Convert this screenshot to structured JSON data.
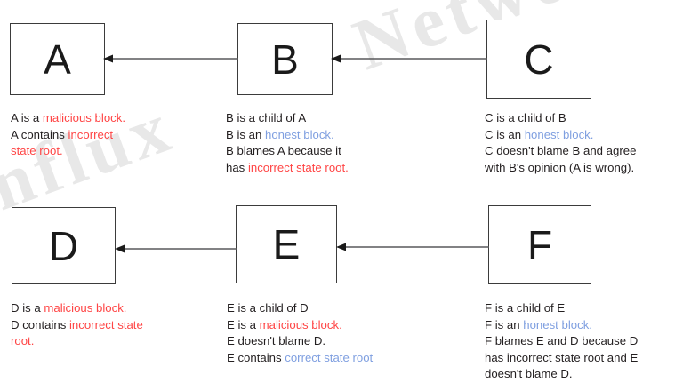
{
  "watermark": {
    "top_right": "Network",
    "bottom_left": "onflux"
  },
  "blocks": [
    {
      "id": "A",
      "label": "A"
    },
    {
      "id": "B",
      "label": "B"
    },
    {
      "id": "C",
      "label": "C"
    },
    {
      "id": "D",
      "label": "D"
    },
    {
      "id": "E",
      "label": "E"
    },
    {
      "id": "F",
      "label": "F"
    }
  ],
  "arrows": [
    {
      "from": "B",
      "to": "A",
      "direction": "left"
    },
    {
      "from": "C",
      "to": "B",
      "direction": "left"
    },
    {
      "from": "E",
      "to": "D",
      "direction": "left"
    },
    {
      "from": "F",
      "to": "E",
      "direction": "left"
    }
  ],
  "captions": {
    "A": {
      "lines": [
        [
          {
            "t": "A is a ",
            "c": "dark"
          },
          {
            "t": "malicious block.",
            "c": "bad"
          }
        ],
        [
          {
            "t": "A contains ",
            "c": "dark"
          },
          {
            "t": "incorrect",
            "c": "bad"
          }
        ],
        [
          {
            "t": "state root.",
            "c": "bad"
          }
        ]
      ]
    },
    "B": {
      "lines": [
        [
          {
            "t": "B is a child of A",
            "c": "dark"
          }
        ],
        [
          {
            "t": "B is an ",
            "c": "dark"
          },
          {
            "t": "honest block.",
            "c": "good"
          }
        ],
        [
          {
            "t": "B blames A because it",
            "c": "dark"
          }
        ],
        [
          {
            "t": "has ",
            "c": "dark"
          },
          {
            "t": "incorrect state root.",
            "c": "bad"
          }
        ]
      ]
    },
    "C": {
      "lines": [
        [
          {
            "t": "C is a child of B",
            "c": "dark"
          }
        ],
        [
          {
            "t": "C is an ",
            "c": "dark"
          },
          {
            "t": "honest block.",
            "c": "good"
          }
        ],
        [
          {
            "t": "C doesn't blame B and agree",
            "c": "dark"
          }
        ],
        [
          {
            "t": "with B's opinion (A is wrong).",
            "c": "dark"
          }
        ]
      ]
    },
    "D": {
      "lines": [
        [
          {
            "t": "D is a ",
            "c": "dark"
          },
          {
            "t": "malicious block.",
            "c": "bad"
          }
        ],
        [
          {
            "t": "D contains ",
            "c": "dark"
          },
          {
            "t": "incorrect state",
            "c": "bad"
          }
        ],
        [
          {
            "t": "root.",
            "c": "bad"
          }
        ]
      ]
    },
    "E": {
      "lines": [
        [
          {
            "t": "E is a child of D",
            "c": "dark"
          }
        ],
        [
          {
            "t": "E is a ",
            "c": "dark"
          },
          {
            "t": "malicious block.",
            "c": "bad"
          }
        ],
        [
          {
            "t": "E doesn't blame D.",
            "c": "dark"
          }
        ],
        [
          {
            "t": "E contains ",
            "c": "dark"
          },
          {
            "t": "correct state root",
            "c": "good"
          }
        ]
      ]
    },
    "F": {
      "lines": [
        [
          {
            "t": "F is a child of E",
            "c": "dark"
          }
        ],
        [
          {
            "t": "F is an ",
            "c": "dark"
          },
          {
            "t": "honest block.",
            "c": "good"
          }
        ],
        [
          {
            "t": "F blames E and D because D",
            "c": "dark"
          }
        ],
        [
          {
            "t": "has incorrect state root and E",
            "c": "dark"
          }
        ],
        [
          {
            "t": "doesn't blame D.",
            "c": "dark"
          }
        ]
      ]
    }
  },
  "colors": {
    "dark": "#231f20",
    "bad": "#ff4545",
    "good": "#7f9fe0",
    "border": "#3b3b3b",
    "arrow": "#58595b",
    "watermark": "#e8e8e8",
    "background": "#ffffff"
  }
}
